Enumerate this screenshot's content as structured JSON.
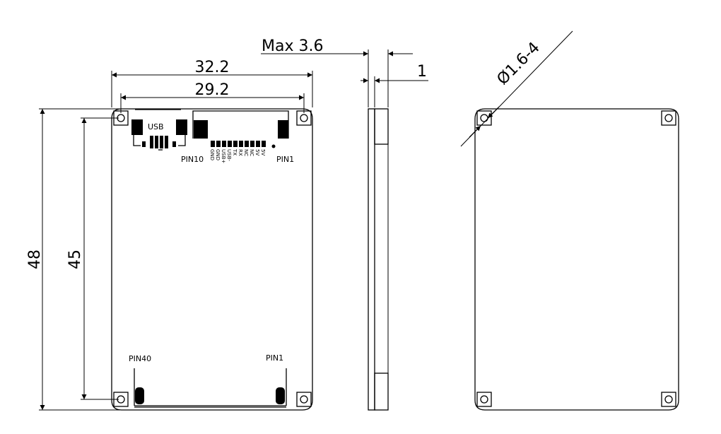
{
  "dimensions": {
    "overall_width": "32.2",
    "hole_spacing_width": "29.2",
    "overall_height": "48",
    "hole_spacing_height": "45",
    "max_thickness": "Max 3.6",
    "board_thickness": "1",
    "hole_diameter": "Ø1.6-4"
  },
  "labels": {
    "usb": "USB",
    "top_left_pin": "PIN10",
    "top_right_pin": "PIN1",
    "bottom_left_pin": "PIN40",
    "bottom_right_pin": "PIN1"
  },
  "pin_names": [
    "GND",
    "GND",
    "USB+",
    "USB-",
    "TX",
    "RX",
    "NC",
    "NC",
    "5V",
    "5V"
  ]
}
